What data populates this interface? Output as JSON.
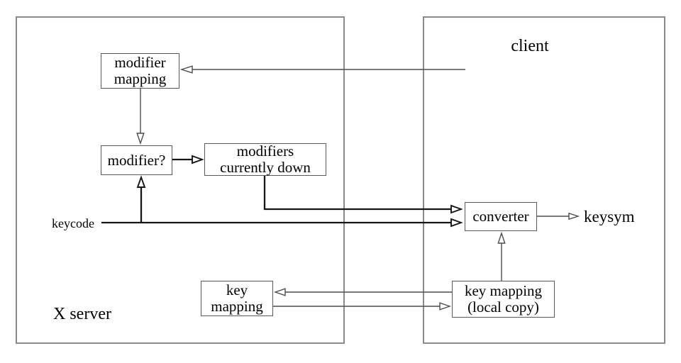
{
  "diagram": {
    "containers": {
      "x_server": {
        "label": "X server"
      },
      "client": {
        "label": "client"
      }
    },
    "boxes": {
      "modifier_mapping": {
        "lines": [
          "modifier",
          "mapping"
        ]
      },
      "modifier_q": {
        "lines": [
          "modifier?"
        ]
      },
      "modifiers_down": {
        "lines": [
          "modifiers",
          "currently down"
        ]
      },
      "converter": {
        "lines": [
          "converter"
        ]
      },
      "key_mapping_server": {
        "lines": [
          "key",
          "mapping"
        ]
      },
      "key_mapping_client": {
        "lines": [
          "key mapping",
          "(local copy)"
        ]
      }
    },
    "labels": {
      "keycode": "keycode",
      "keysym": "keysym"
    },
    "arrows": [
      {
        "from": "client",
        "to": "modifier_mapping",
        "style": "thin"
      },
      {
        "from": "modifier_mapping",
        "to": "modifier_q",
        "style": "thin"
      },
      {
        "from": "keycode",
        "to": "modifier_q",
        "style": "thick"
      },
      {
        "from": "modifier_q",
        "to": "modifiers_down",
        "style": "thick"
      },
      {
        "from": "modifiers_down",
        "to": "converter",
        "style": "thick"
      },
      {
        "from": "keycode",
        "to": "converter",
        "style": "thick"
      },
      {
        "from": "converter",
        "to": "keysym",
        "style": "thin"
      },
      {
        "from": "key_mapping_client",
        "to": "converter",
        "style": "thin"
      },
      {
        "from": "key_mapping_client",
        "to": "key_mapping_server",
        "style": "thin"
      },
      {
        "from": "key_mapping_server",
        "to": "key_mapping_client",
        "style": "thin"
      }
    ],
    "colors": {
      "background": "#ffffff",
      "container_border": "#8a8a8a",
      "box_border": "#5a5a5a",
      "line_thin": "#4d4d4d",
      "line_thick": "#161616",
      "text": "#000000"
    }
  }
}
